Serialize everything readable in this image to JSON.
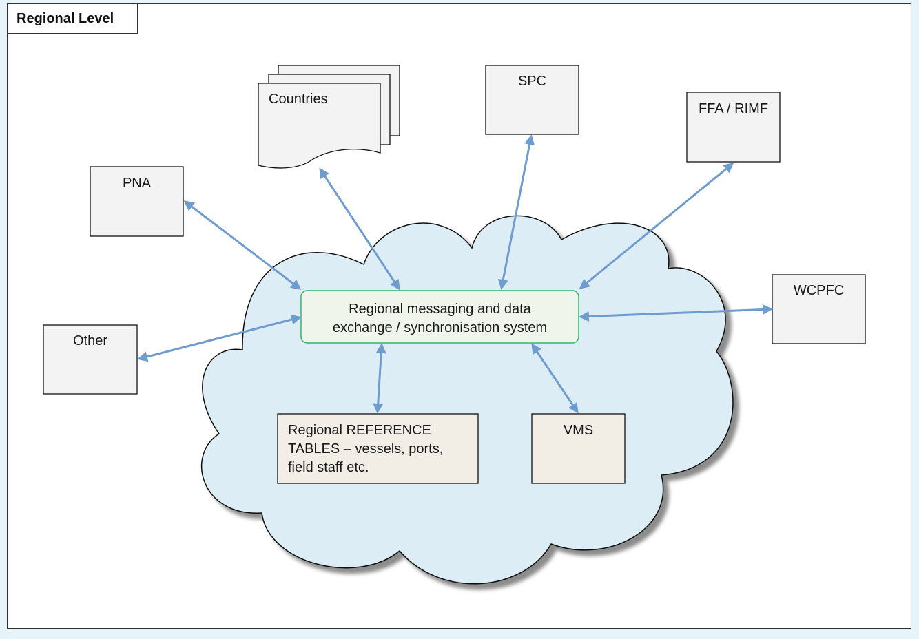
{
  "diagram": {
    "level_title": "Regional Level",
    "hub": {
      "line1": "Regional messaging and data",
      "line2": "exchange / synchronisation system"
    },
    "nodes": {
      "countries": "Countries",
      "spc": "SPC",
      "ffa": "FFA / RIMF",
      "pna": "PNA",
      "wcpfc": "WCPFC",
      "other": "Other",
      "reference": {
        "line1": "Regional REFERENCE",
        "line2": "TABLES – vessels, ports,",
        "line3": "field staff etc."
      },
      "vms": "VMS"
    },
    "colors": {
      "arrow": "#6f9ccf",
      "cloud_fill": "#dcedf5",
      "hub_border": "#2cb86a",
      "hub_fill": "#eff5ea",
      "box_fill": "#f3f3f3",
      "inner_box_fill": "#f2eee6"
    }
  }
}
